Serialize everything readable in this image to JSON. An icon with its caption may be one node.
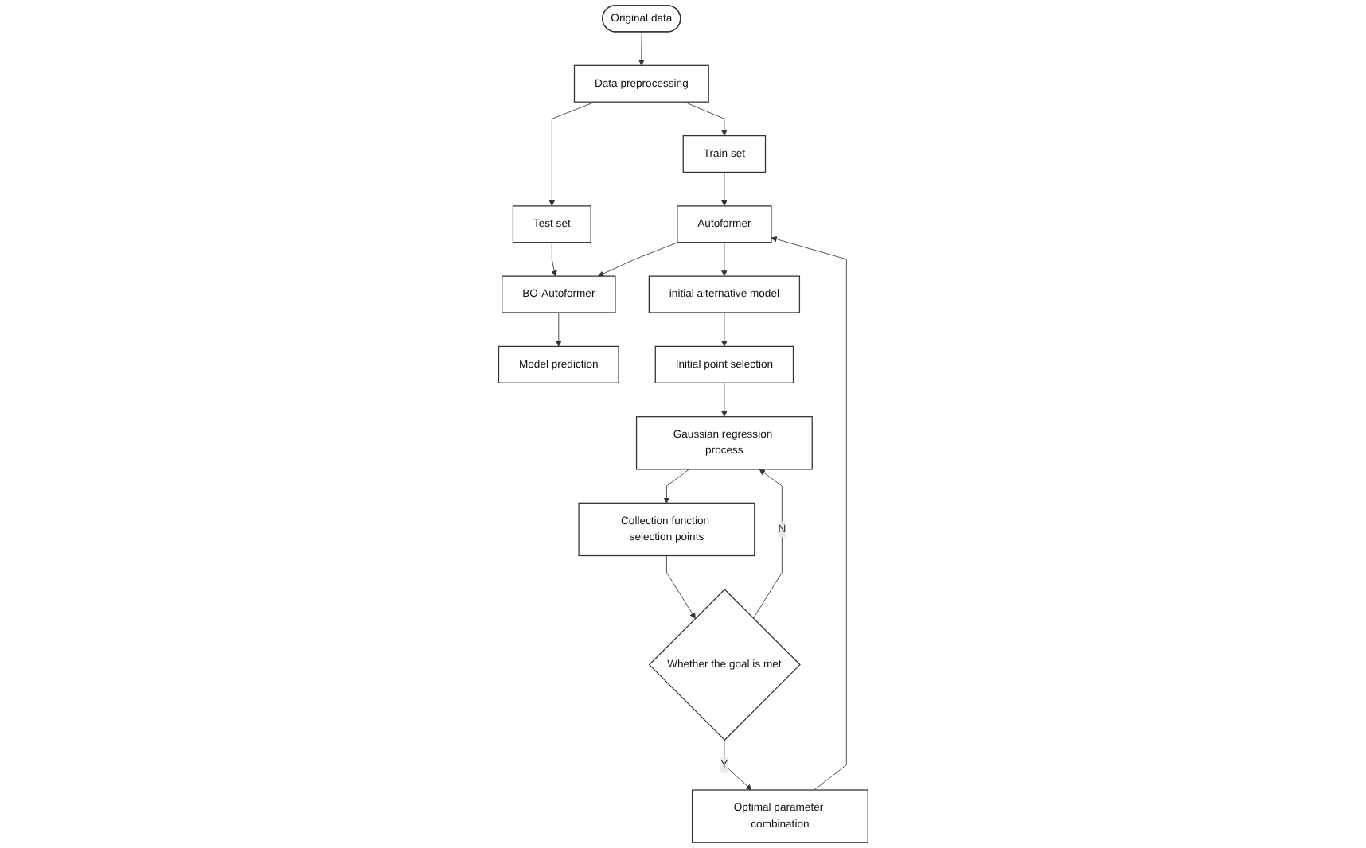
{
  "diagram": {
    "nodes": [
      {
        "text": [
          "Original data"
        ]
      },
      {
        "text": [
          "Data preprocessing"
        ]
      },
      {
        "text": [
          "Test set"
        ]
      },
      {
        "text": [
          "Train set"
        ]
      },
      {
        "text": [
          "Autoformer"
        ]
      },
      {
        "text": [
          "BO-Autoformer"
        ]
      },
      {
        "text": [
          "Model prediction"
        ]
      },
      {
        "text": [
          "initial alternative model"
        ]
      },
      {
        "text": [
          "Initial point selection"
        ]
      },
      {
        "text": [
          "Gaussian regression process"
        ]
      },
      {
        "text": [
          "Collection function selection points"
        ]
      },
      {
        "text": [
          "Whether the goal is met"
        ]
      },
      {
        "text": [
          "Optimal parameter combination"
        ]
      }
    ],
    "edges": [
      {
        "from": 0,
        "to": 1,
        "arrow": "to"
      },
      {
        "from": 1,
        "to": 2,
        "arrow": "to"
      },
      {
        "from": 1,
        "to": 3,
        "arrow": "to"
      },
      {
        "from": 3,
        "to": 4,
        "arrow": "to"
      },
      {
        "from": 2,
        "to": 5,
        "arrow": "to"
      },
      {
        "from": 4,
        "to": 5,
        "arrow": "to"
      },
      {
        "from": 5,
        "to": 6,
        "arrow": "to"
      },
      {
        "from": 4,
        "to": 7,
        "arrow": "to"
      },
      {
        "from": 7,
        "to": 8,
        "arrow": "to"
      },
      {
        "from": 8,
        "to": 9,
        "arrow": "to"
      },
      {
        "from": 9,
        "to": 10,
        "arrow": "to"
      },
      {
        "from": 10,
        "to": 11,
        "arrow": "to"
      },
      {
        "from": 11,
        "to": 9,
        "arrow": "to",
        "label": "N"
      },
      {
        "from": 11,
        "to": 12,
        "arrow": "to",
        "label": "Y"
      },
      {
        "from": 12,
        "to": 4,
        "arrow": "to"
      }
    ]
  }
}
